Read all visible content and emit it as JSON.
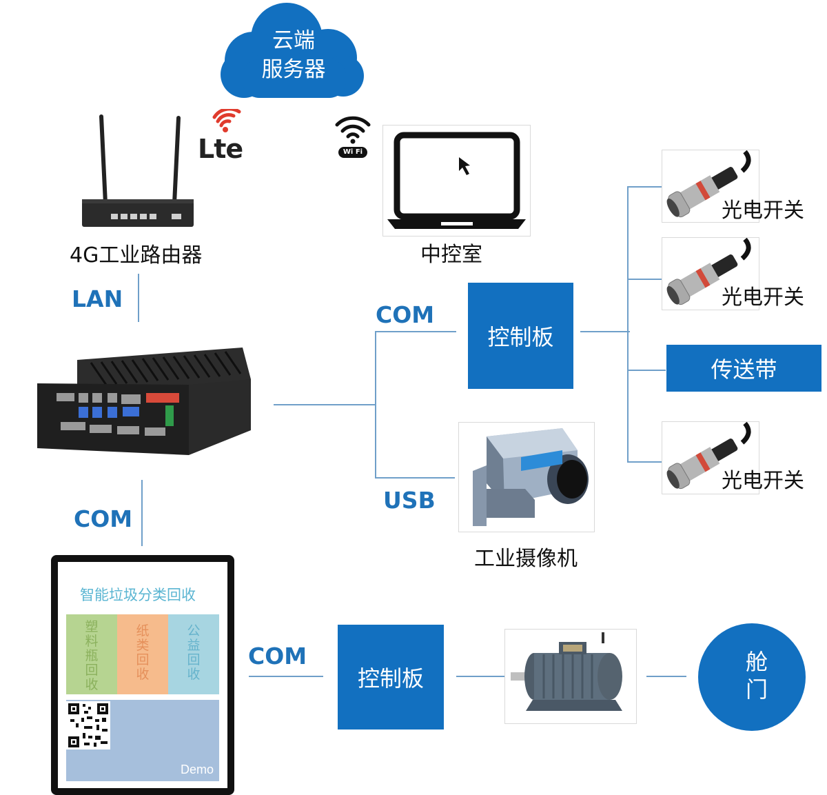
{
  "cloud": {
    "line1": "云端",
    "line2": "服务器"
  },
  "router": {
    "label": "4G工业路由器",
    "lte_text": "Lte"
  },
  "wifi": {
    "text": "Wi Fi"
  },
  "control_room": {
    "label": "中控室"
  },
  "connections": {
    "lan": "LAN",
    "com_top": "COM",
    "usb": "USB",
    "com_left": "COM",
    "com_bottom": "COM"
  },
  "control_board_top": {
    "label": "控制板"
  },
  "control_board_bottom": {
    "label": "控制板"
  },
  "sensors": [
    {
      "label": "光电开关"
    },
    {
      "label": "光电开关"
    },
    {
      "label": "光电开关"
    }
  ],
  "conveyor": {
    "label": "传送带"
  },
  "camera": {
    "label": "工业摄像机"
  },
  "hatch": {
    "label": "舱门"
  },
  "tablet": {
    "title": "智能垃圾分类回收",
    "categories": [
      {
        "label": "塑料瓶回收",
        "bg": "#b6d491",
        "color": "#8bb15d"
      },
      {
        "label": "纸类回收",
        "bg": "#f6bb8c",
        "color": "#e5905b"
      },
      {
        "label": "公益回收",
        "bg": "#a7d5e1",
        "color": "#66b3cc"
      }
    ],
    "demo": "Demo"
  },
  "colors": {
    "accent": "#1270c0",
    "line": "#6f9fc9",
    "label": "#1f72b8"
  }
}
